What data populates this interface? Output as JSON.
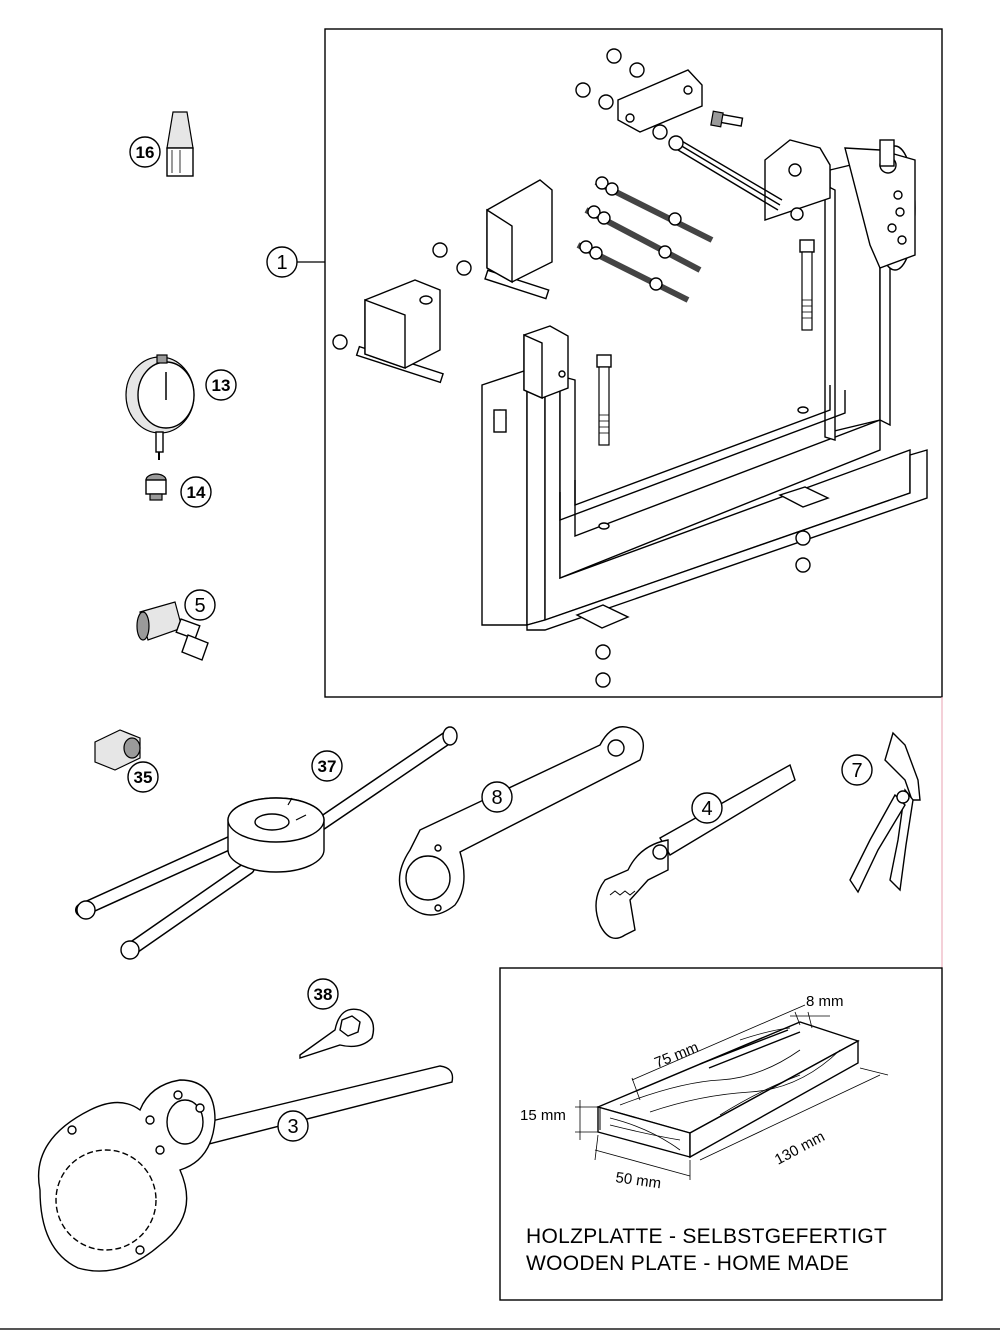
{
  "callouts": {
    "c1": "1",
    "c3": "3",
    "c4": "4",
    "c5": "5",
    "c7": "7",
    "c8": "8",
    "c13": "13",
    "c14": "14",
    "c16": "16",
    "c35": "35",
    "c37": "37",
    "c38": "38"
  },
  "wooden_plate": {
    "dims": {
      "width_top": "75 mm",
      "groove": "8 mm",
      "thickness": "15 mm",
      "width_bottom": "50 mm",
      "length": "130 mm"
    },
    "caption_de": "HOLZPLATTE - SELBSTGEFERTIGT",
    "caption_en": "WOODEN PLATE - HOME MADE"
  }
}
